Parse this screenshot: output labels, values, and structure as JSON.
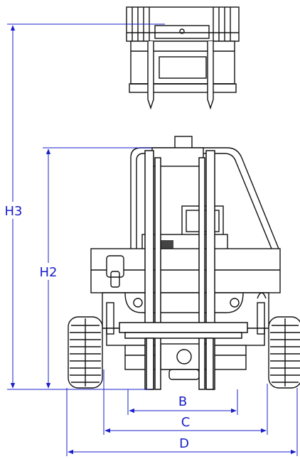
{
  "colors": {
    "dimension": "#1a1fc8",
    "drawing": "#111111",
    "background": "#ffffff"
  },
  "dimensions": {
    "h3": "H3",
    "h2": "H2",
    "b": "B",
    "c": "C",
    "d": "D"
  }
}
